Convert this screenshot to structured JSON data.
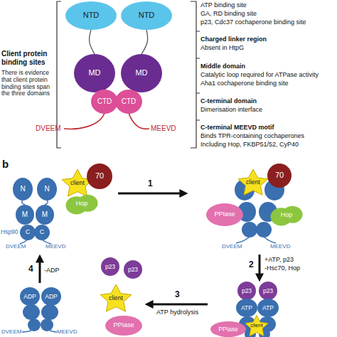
{
  "diagram": {
    "nodes": [
      {
        "text": [
          "NTD"
        ]
      },
      {
        "text": [
          "NTD"
        ]
      },
      {
        "text": [
          "MD"
        ]
      },
      {
        "text": [
          "MD"
        ]
      },
      {
        "text": [
          "CTD"
        ]
      },
      {
        "text": [
          "CTD"
        ]
      },
      {
        "text": [
          "N"
        ]
      },
      {
        "text": [
          "N"
        ]
      },
      {
        "text": [
          "M"
        ]
      },
      {
        "text": [
          "M"
        ]
      },
      {
        "text": [
          "C"
        ]
      },
      {
        "text": [
          "C"
        ]
      },
      {
        "text": [
          "client"
        ]
      },
      {
        "text": [
          "70"
        ]
      },
      {
        "text": [
          "Hop"
        ]
      },
      {
        "text": [
          "client"
        ]
      },
      {
        "text": [
          "70"
        ]
      },
      {
        "text": [
          "PPIase"
        ]
      },
      {
        "text": [
          "Hop"
        ]
      },
      {
        "text": [
          "ADP"
        ]
      },
      {
        "text": [
          "ADP"
        ]
      },
      {
        "text": [
          "p23"
        ]
      },
      {
        "text": [
          "p23"
        ]
      },
      {
        "text": [
          "client"
        ]
      },
      {
        "text": [
          "PPIase"
        ]
      },
      {
        "text": [
          "p23"
        ]
      },
      {
        "text": [
          "p23"
        ]
      },
      {
        "text": [
          "ATP"
        ]
      },
      {
        "text": [
          "ATP"
        ]
      },
      {
        "text": [
          "client"
        ]
      },
      {
        "text": [
          "PPIase"
        ]
      }
    ],
    "edges": [
      {
        "from": 0,
        "to": 2,
        "arrow": "none"
      },
      {
        "from": 1,
        "to": 3,
        "arrow": "none"
      },
      {
        "from": 6,
        "to": 8,
        "arrow": "none"
      },
      {
        "from": 7,
        "to": 9,
        "arrow": "none"
      }
    ],
    "labels": [
      "ATP binding site",
      "GA, RD binding site",
      "p23, Cdc37 cochaperone binding site",
      "Charged linker region",
      "Absent in HtpG",
      "Client protein binding sites",
      "There is evidence that client protein binding sites span the three domains",
      "Middle domain",
      "Catalytic loop required for ATPase activity",
      "Aha1 cochaperone binding site",
      "C-terminal domain",
      "Dimerisation interface",
      "DVEEM",
      "MEEVD",
      "C-terminal MEEVD motif",
      "Binds TPR-containing cochaperones",
      "Including Hop, FKBP51/52, CyP40",
      "b",
      "1",
      "Hsp90",
      "DVEEM",
      "MEEVD",
      "DVEEM",
      "MEEVD",
      "4",
      "-ADP",
      "2",
      "+ATP, p23",
      "-Hsc70, Hop",
      "3",
      "ATP hydrolysis",
      "DVEEM",
      "MEEVD"
    ]
  }
}
